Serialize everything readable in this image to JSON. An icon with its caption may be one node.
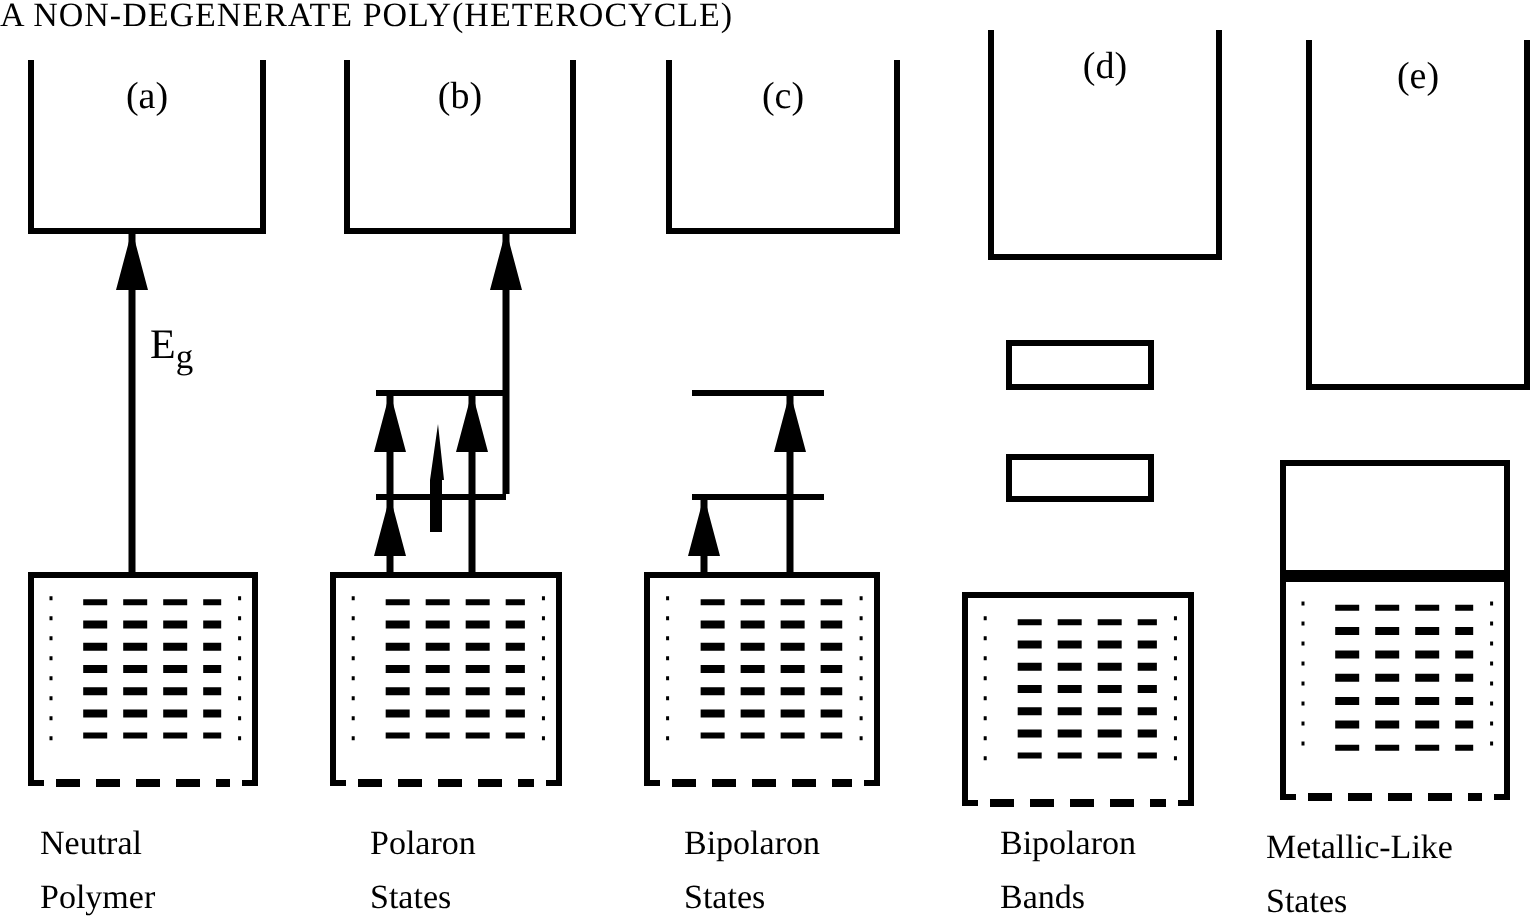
{
  "diagram": {
    "title": "A NON-DEGENERATE POLY(HETEROCYCLE)",
    "nodes": [
      {
        "text": [
          "(a)"
        ]
      },
      {
        "text": [],
        "shape": "box",
        "beside": [
          "Neutral Polymer"
        ]
      },
      {
        "text": [
          "(b)"
        ]
      },
      {
        "text": [],
        "shape": "box",
        "beside": [
          "Polaron States"
        ]
      },
      {
        "text": [],
        "shape": "bar"
      },
      {
        "text": [],
        "shape": "bar"
      },
      {
        "text": [
          "(c)"
        ]
      },
      {
        "text": [],
        "shape": "box",
        "beside": [
          "Bipolaron States"
        ]
      },
      {
        "text": [],
        "shape": "bar"
      },
      {
        "text": [],
        "shape": "bar"
      },
      {
        "text": [
          "(d)"
        ]
      },
      {
        "text": [],
        "shape": "box"
      },
      {
        "text": [],
        "shape": "box"
      },
      {
        "text": [],
        "shape": "box",
        "beside": [
          "Bipolaron Bands"
        ]
      },
      {
        "text": [
          "(e)"
        ]
      },
      {
        "text": [],
        "shape": "box"
      },
      {
        "text": [],
        "shape": "box",
        "beside": [
          "Metallic-Like States"
        ]
      }
    ],
    "edges": [
      {
        "from": 1,
        "to": 0,
        "arrow": "to",
        "label": "E$_{g}$"
      },
      {
        "from": 3,
        "to": 5,
        "arrow": "to"
      },
      {
        "from": 4,
        "to": 2,
        "arrow": "to"
      },
      {
        "from": 3,
        "to": 4,
        "arrow": "to"
      },
      {
        "from": 4,
        "to": 5,
        "arrow": "to"
      },
      {
        "from": 7,
        "to": 8,
        "arrow": "to"
      },
      {
        "from": 7,
        "to": 9,
        "arrow": "to"
      }
    ]
  }
}
